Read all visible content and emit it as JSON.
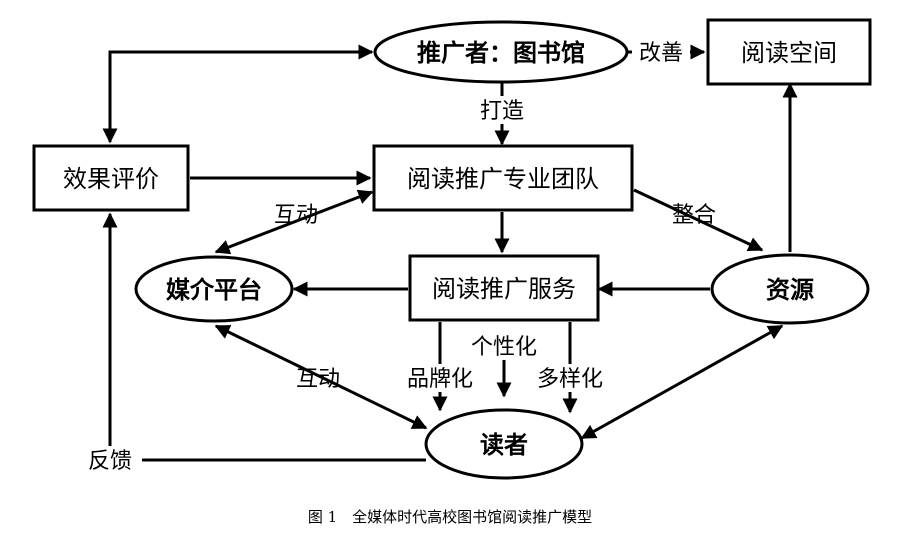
{
  "nodes": {
    "promoter": "推广者：图书馆",
    "reading_space": "阅读空间",
    "evaluation": "效果评价",
    "team": "阅读推广专业团队",
    "media": "媒介平台",
    "service": "阅读推广服务",
    "resources": "资源",
    "readers": "读者"
  },
  "edges": {
    "improve": "改善",
    "build": "打造",
    "interact_top": "互动",
    "integrate": "整合",
    "interact_bottom": "互动",
    "branding": "品牌化",
    "personalize": "个性化",
    "diversify": "多样化",
    "feedback": "反馈"
  },
  "caption": "图 1　全媒体时代高校图书馆阅读推广模型"
}
